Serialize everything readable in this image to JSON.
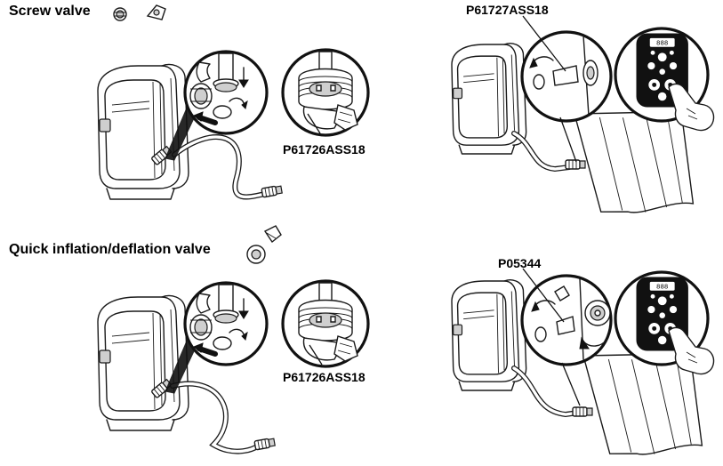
{
  "sections": {
    "screw_valve": {
      "title": "Screw valve"
    },
    "quick_valve": {
      "title": "Quick inflation/deflation valve"
    }
  },
  "parts": {
    "p1": "P61726ASS18",
    "p2": "P61727ASS18",
    "p3": "P61726ASS18",
    "p4": "P05344"
  },
  "colors": {
    "line": "#1a1a1a",
    "panel": "#111111",
    "background": "#ffffff"
  },
  "icons": [
    "valve-icon",
    "rotate-arrow-icon",
    "down-arrow-icon",
    "hand-icon",
    "control-panel-icon"
  ]
}
